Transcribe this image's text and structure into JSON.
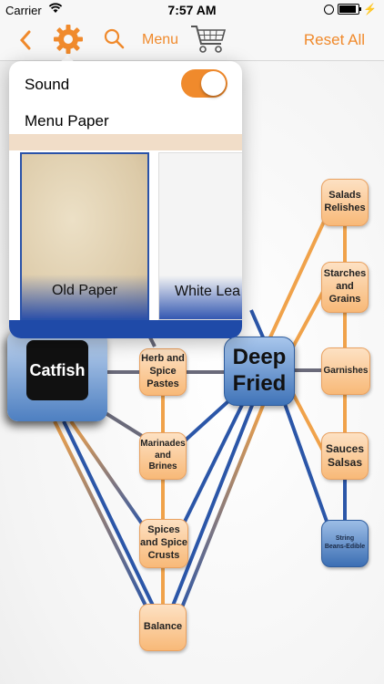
{
  "status": {
    "carrier": "Carrier",
    "time": "7:57 AM",
    "battery_level": 0.9
  },
  "nav": {
    "menu_label": "Menu",
    "reset_label": "Reset All",
    "accent_color": "#f08a2c"
  },
  "settings": {
    "sound_label": "Sound",
    "sound_on": true,
    "menu_paper_label": "Menu Paper",
    "papers": [
      {
        "label": "Old Paper",
        "selected": true
      },
      {
        "label": "White Lea",
        "selected": false
      }
    ]
  },
  "graph": {
    "center": {
      "main": "Catfish",
      "method": "Deep Fried"
    },
    "left_column": [
      {
        "label": "Herb and Spice Pastes"
      },
      {
        "label": "Marinades and Brines"
      },
      {
        "label": "Spices and Spice Crusts"
      },
      {
        "label": "Balance"
      }
    ],
    "right_column": [
      {
        "label": "Salads Relishes"
      },
      {
        "label": "Starches and Grains"
      },
      {
        "label": "Garnishes"
      },
      {
        "label": "Sauces Salsas"
      },
      {
        "label": "String Beans-Edible"
      }
    ],
    "colors": {
      "orange_link": "#f0a24a",
      "blue_link": "#2b56a8"
    }
  }
}
